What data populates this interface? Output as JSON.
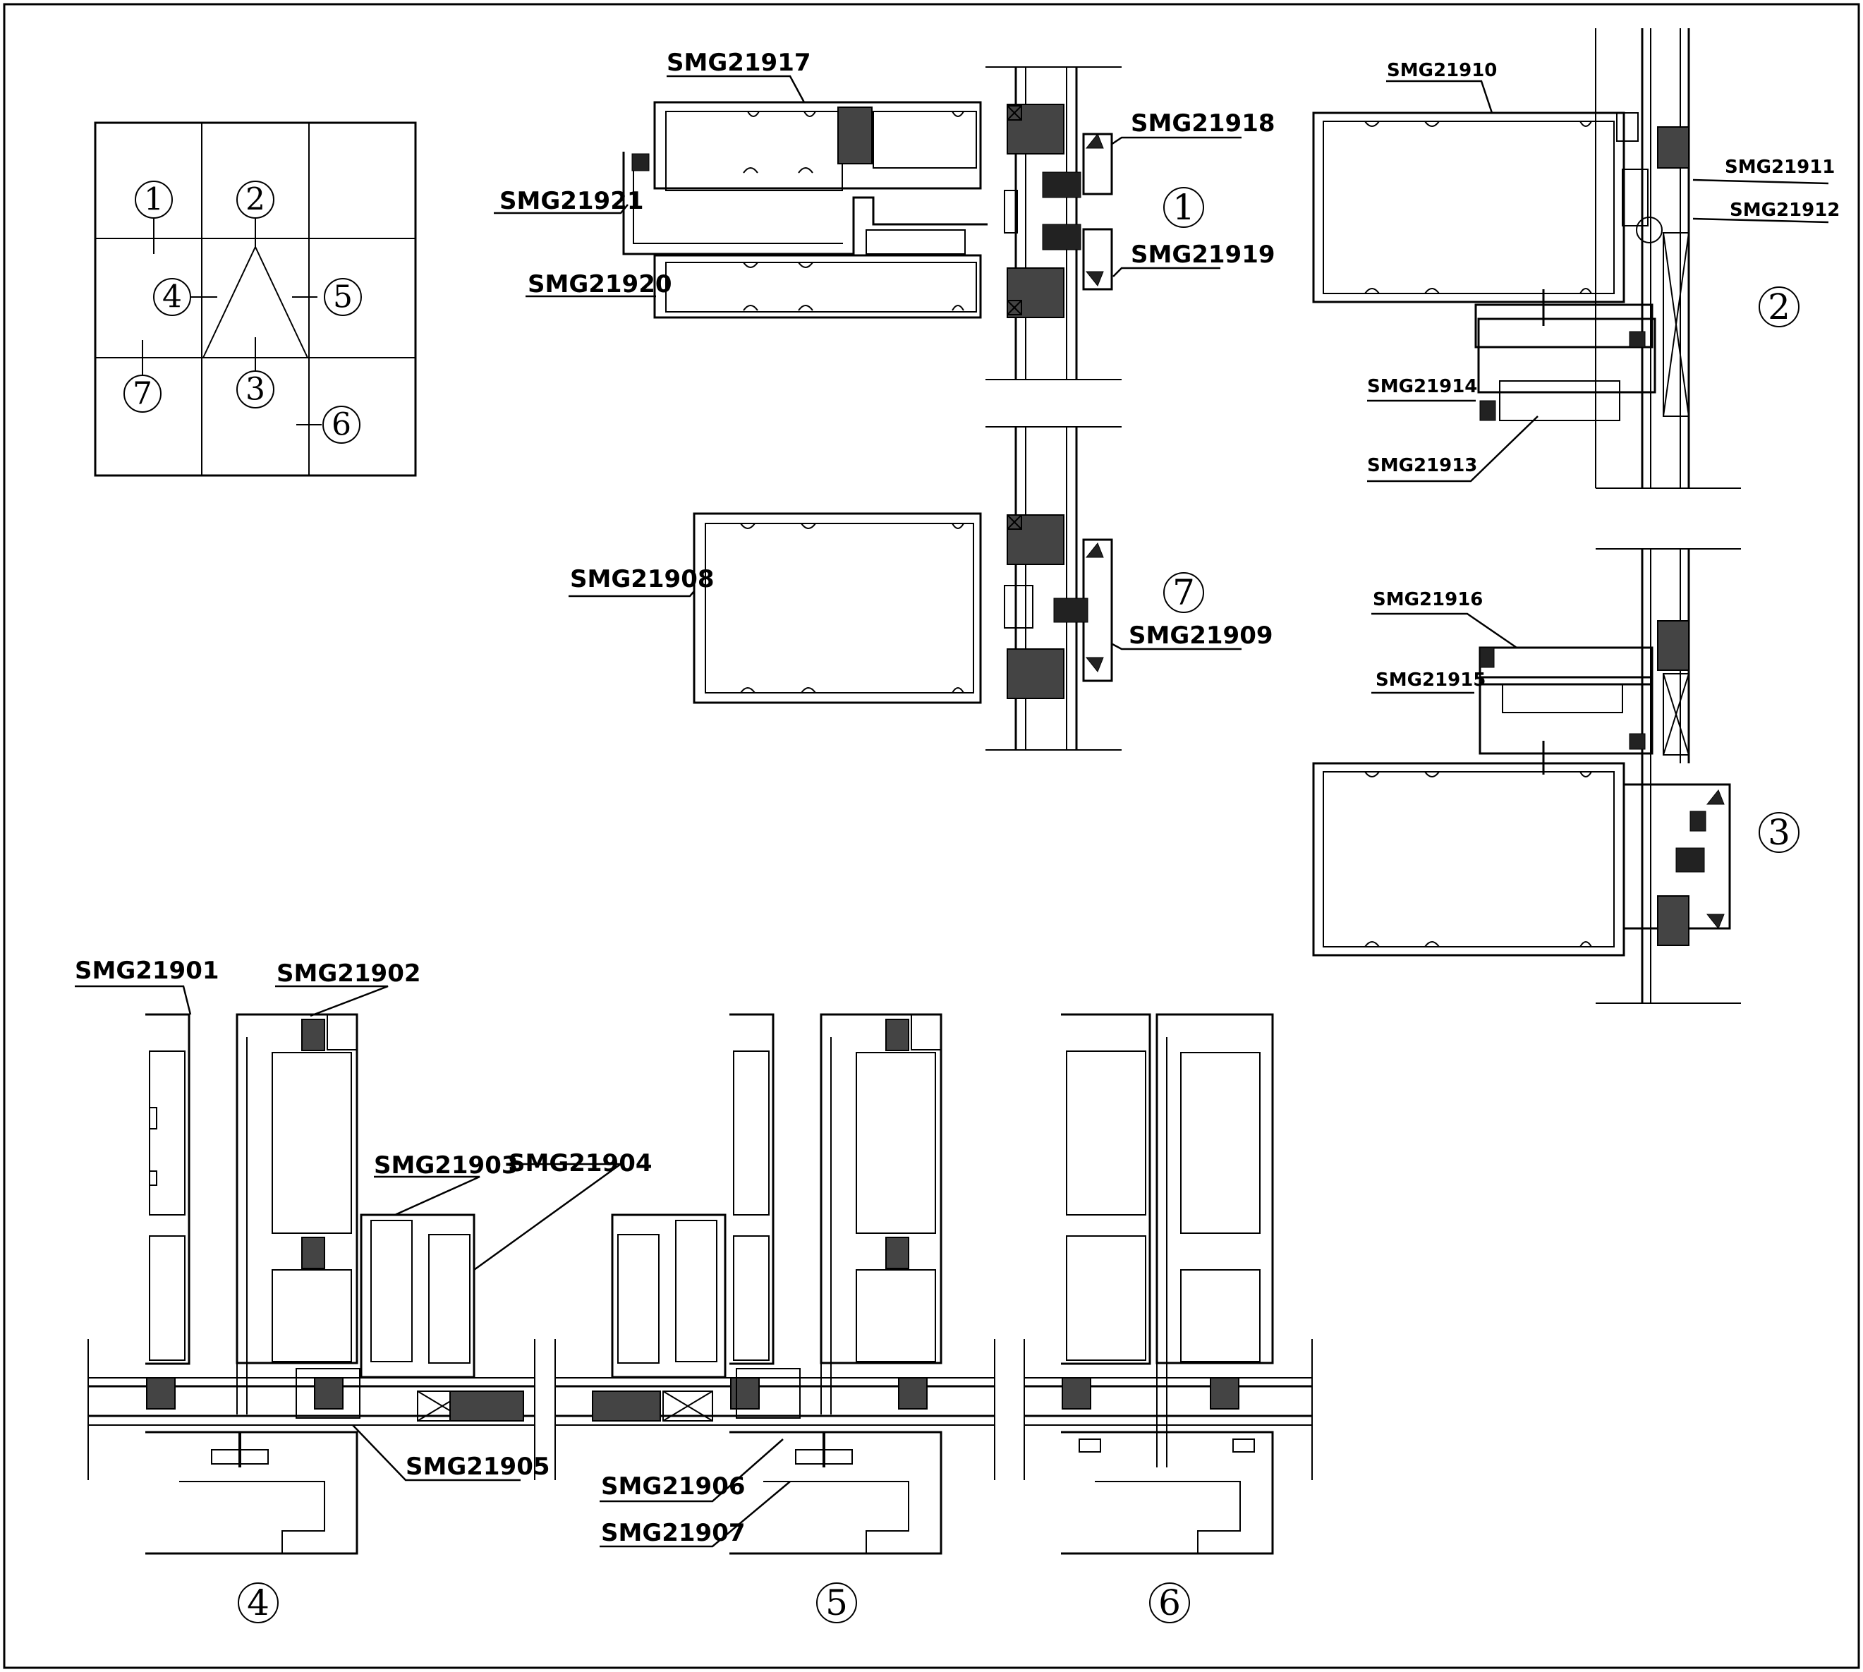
{
  "key_plan": {
    "markers": [
      "①",
      "②",
      "③",
      "④",
      "⑤",
      "⑥",
      "⑦"
    ]
  },
  "details": {
    "d1": {
      "marker": "①",
      "labels": [
        "SMG21917",
        "SMG21921",
        "SMG21920",
        "SMG21918",
        "SMG21919"
      ]
    },
    "d2": {
      "marker": "②",
      "labels": [
        "SMG21910",
        "SMG21911",
        "SMG21912",
        "SMG21914",
        "SMG21913"
      ]
    },
    "d3": {
      "marker": "③",
      "labels": [
        "SMG21916",
        "SMG21915"
      ]
    },
    "d4": {
      "marker": "④",
      "labels": [
        "SMG21901",
        "SMG21902",
        "SMG21903",
        "SMG21904",
        "SMG21905"
      ]
    },
    "d5": {
      "marker": "⑤",
      "labels": [
        "SMG21906",
        "SMG21907"
      ]
    },
    "d6": {
      "marker": "⑥"
    },
    "d7": {
      "marker": "⑦",
      "labels": [
        "SMG21908",
        "SMG21909"
      ]
    }
  }
}
